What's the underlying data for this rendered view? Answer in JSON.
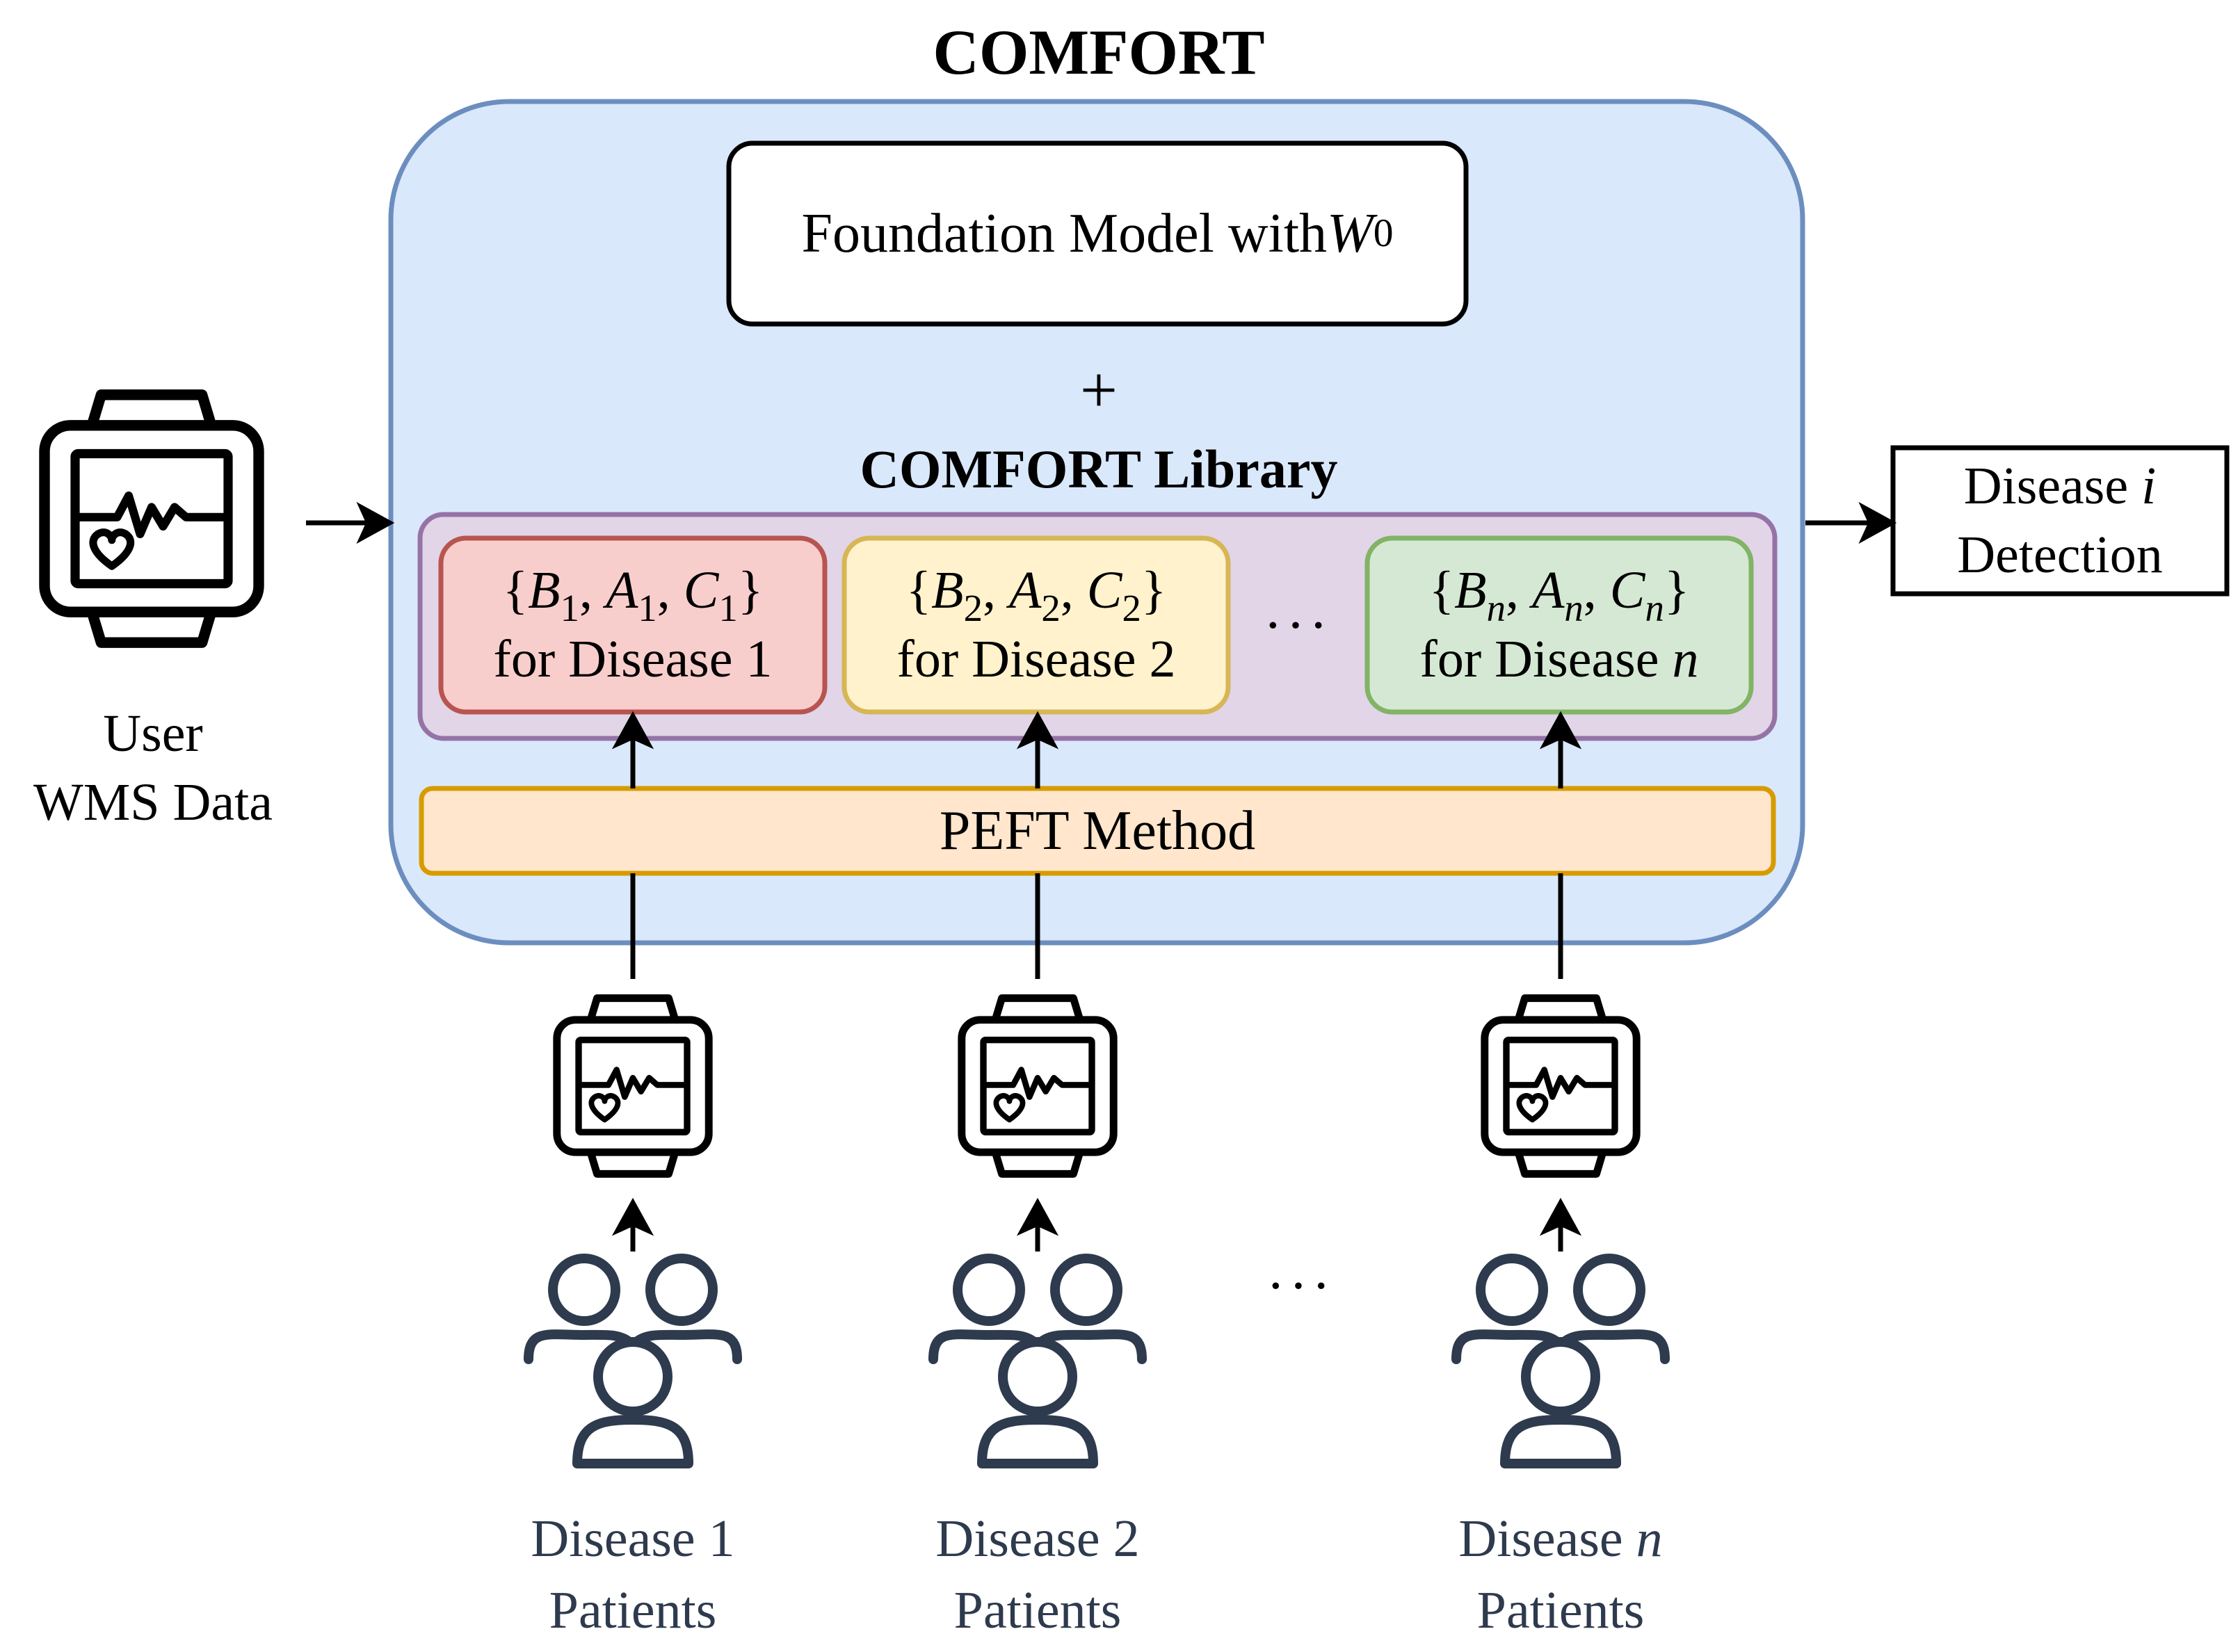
{
  "title": "COMFORT",
  "foundation": {
    "text": "Foundation Model with ",
    "symbol": "W",
    "subscript": "0"
  },
  "plus": "+",
  "library_title": "COMFORT Library",
  "adapters": [
    {
      "set": [
        "B",
        "A",
        "C"
      ],
      "index": "1",
      "label": "for Disease ",
      "disease": "1",
      "italic": false,
      "fill": "#f8cecc",
      "stroke": "#b85450"
    },
    {
      "set": [
        "B",
        "A",
        "C"
      ],
      "index": "2",
      "label": "for Disease ",
      "disease": "2",
      "italic": false,
      "fill": "#fff2cc",
      "stroke": "#d6b656"
    },
    {
      "set": [
        "B",
        "A",
        "C"
      ],
      "index": "n",
      "label": "for Disease ",
      "disease": "n",
      "italic": true,
      "fill": "#d5e8d4",
      "stroke": "#82b366"
    }
  ],
  "ellipsis": "···",
  "peft_label": "PEFT Method",
  "input_label": {
    "line1": "User",
    "line2": "WMS Data"
  },
  "output_label": {
    "line1": "Disease ",
    "symbol": "i",
    "line2": "Detection"
  },
  "patient_groups": [
    {
      "line1": "Disease ",
      "num": "1",
      "italic": false,
      "line2": "Patients"
    },
    {
      "line1": "Disease ",
      "num": "2",
      "italic": false,
      "line2": "Patients"
    },
    {
      "line1": "Disease ",
      "num": "n",
      "italic": true,
      "line2": "Patients"
    }
  ],
  "colors": {
    "comfort_fill": "#dae8fc",
    "comfort_stroke": "#6c8ebf",
    "library_fill": "#e1d5e7",
    "library_stroke": "#9673a6",
    "peft_fill": "#ffe6cc",
    "peft_stroke": "#d79b00",
    "icon_color": "#000000",
    "patients_color": "#2e3a4d"
  },
  "icons": [
    "smartwatch-icon",
    "people-group-icon"
  ]
}
